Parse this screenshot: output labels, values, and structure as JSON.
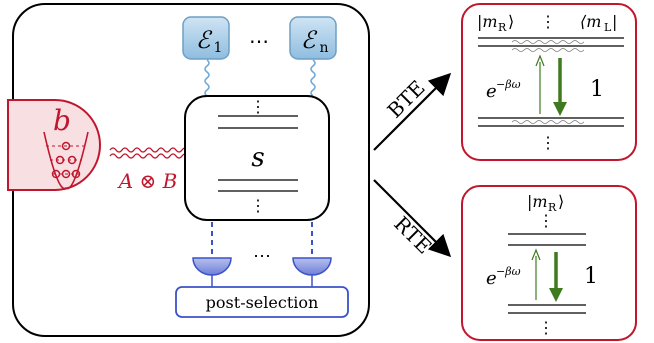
{
  "system": {
    "label": "s",
    "dots": "⋮"
  },
  "bath": {
    "label": "b",
    "coupling": "A ⊗ B"
  },
  "environments": {
    "first": "ℰ",
    "first_sub": "1",
    "last": "ℰ",
    "last_sub": "n",
    "ellipsis": "⋯"
  },
  "detectors": {
    "ellipsis": "⋯",
    "postselection": "post-selection"
  },
  "arrows": {
    "upper": "BTE",
    "lower": "RTE"
  },
  "bte_panel": {
    "ket_right": "|m",
    "ket_right_sub": "R",
    "ket_right_close": "⟩",
    "ket_left": "⟨m",
    "ket_left_sub": "L",
    "ket_left_close": "|",
    "dots": "⋮",
    "rate_up": "e",
    "rate_up_exp": "−βω",
    "rate_down": "1"
  },
  "rte_panel": {
    "ket_right": "|m",
    "ket_right_sub": "R",
    "ket_right_close": "⟩",
    "dots": "⋮",
    "rate_up": "e",
    "rate_up_exp": "−βω",
    "rate_down": "1"
  },
  "colors": {
    "bath_red": "#c0172e",
    "bath_fill": "#f8dfe2",
    "env_fill": "#a9cde6",
    "env_stroke": "#6e9fc4",
    "detector_blue": "#3b52c9",
    "detector_fill": "#8f9bde",
    "arrow_green": "#3e7b1f",
    "panel_red": "#c0172e"
  }
}
